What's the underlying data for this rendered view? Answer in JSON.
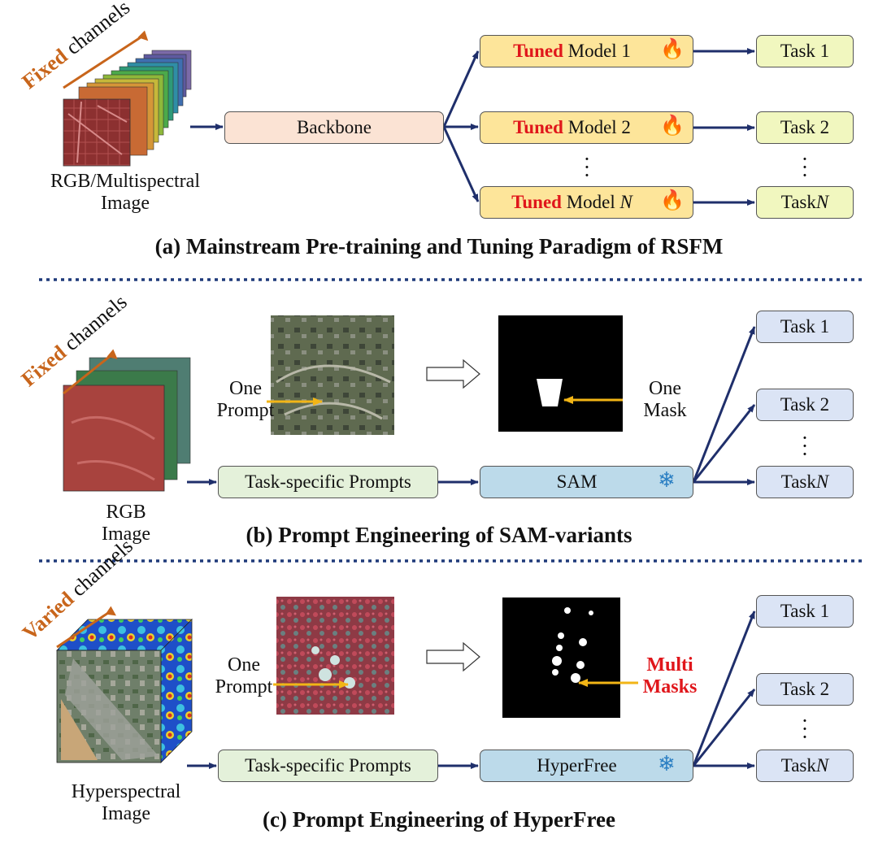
{
  "section_a": {
    "rotated": {
      "highlight": "Fixed",
      "rest": " channels"
    },
    "image_label": "RGB/Multispectral\nImage",
    "backbone": "Backbone",
    "models": [
      {
        "prefix": "Tuned",
        "text": " Model 1"
      },
      {
        "prefix": "Tuned",
        "text": " Model 2"
      },
      {
        "prefix": "Tuned",
        "text": " Model ",
        "italic": "N"
      }
    ],
    "tasks": [
      {
        "text": "Task 1"
      },
      {
        "text": "Task 2"
      },
      {
        "text": "Task ",
        "italic": "N"
      }
    ],
    "caption": "(a) Mainstream Pre-training and Tuning Paradigm of RSFM"
  },
  "section_b": {
    "rotated": {
      "highlight": "Fixed",
      "rest": " channels"
    },
    "image_label": "RGB\nImage",
    "prompt_label": "One\nPrompt",
    "mask_label": "One\nMask",
    "prompts_box": "Task-specific Prompts",
    "model_box": "SAM",
    "tasks": [
      {
        "text": "Task 1"
      },
      {
        "text": "Task 2"
      },
      {
        "text": "Task ",
        "italic": "N"
      }
    ],
    "caption": "(b) Prompt Engineering of SAM-variants"
  },
  "section_c": {
    "rotated": {
      "highlight": "Varied",
      "rest": " channels"
    },
    "image_label": "Hyperspectral\nImage",
    "prompt_label": "One\nPrompt",
    "mask_label": "Multi\nMasks",
    "prompts_box": "Task-specific Prompts",
    "model_box": "HyperFree",
    "tasks": [
      {
        "text": "Task 1"
      },
      {
        "text": "Task 2"
      },
      {
        "text": "Task ",
        "italic": "N"
      }
    ],
    "caption": "(c) Prompt Engineering of HyperFree"
  },
  "colors": {
    "arrow": "#1f2f6b",
    "highlight_red": "#e0161b",
    "channel_orange": "#c8651b",
    "divider": "#1f3a7a",
    "prompt_arrow": "#f2b516"
  }
}
